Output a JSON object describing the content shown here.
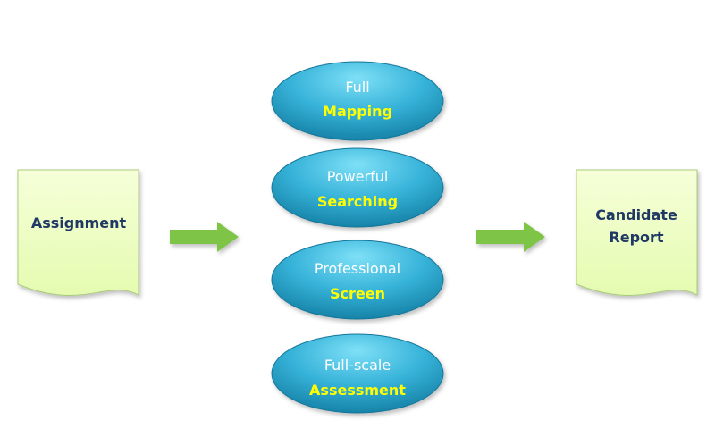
{
  "colors": {
    "doc_fill": "#efffc8",
    "doc_stroke": "#a9cb7a",
    "doc_text": "#1f3864",
    "arrow": "#7ec447",
    "oval_light": "#5fd0ec",
    "oval_dark": "#1d8fb3",
    "oval_stroke": "#17779a",
    "oval_line1": "#ffffff",
    "oval_line2": "#ffff00"
  },
  "input_document": {
    "label": "Assignment",
    "icon": "document-shape"
  },
  "steps": [
    {
      "line1": "Full",
      "line2": "Mapping"
    },
    {
      "line1": "Powerful",
      "line2": "Searching"
    },
    {
      "line1": "Professional",
      "line2": "Screen"
    },
    {
      "line1": "Full-scale",
      "line2": "Assessment"
    }
  ],
  "output_document": {
    "label_line1": "Candidate",
    "label_line2": "Report",
    "icon": "document-shape"
  },
  "arrows": [
    {
      "icon": "right-arrow",
      "from": "input_document",
      "to": "steps"
    },
    {
      "icon": "right-arrow",
      "from": "steps",
      "to": "output_document"
    }
  ]
}
